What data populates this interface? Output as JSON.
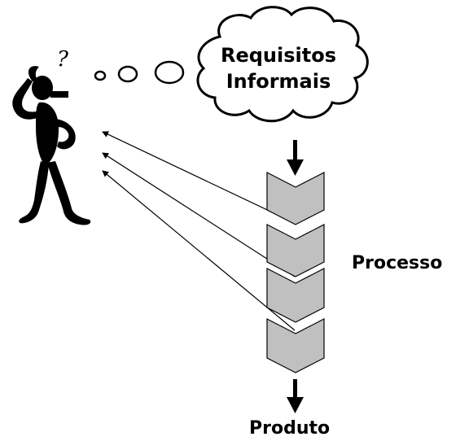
{
  "cloud": {
    "line1": "Requisitos",
    "line2": "Informais"
  },
  "process_label": "Processo",
  "product_label": "Produto",
  "question_mark": "?",
  "icons": [
    "confused-person-icon",
    "thought-bubble-icon",
    "down-arrow-icon",
    "chevron-step-icon"
  ],
  "colors": {
    "step_fill": "#c0c0c0",
    "stroke": "#000000",
    "background": "#ffffff"
  }
}
